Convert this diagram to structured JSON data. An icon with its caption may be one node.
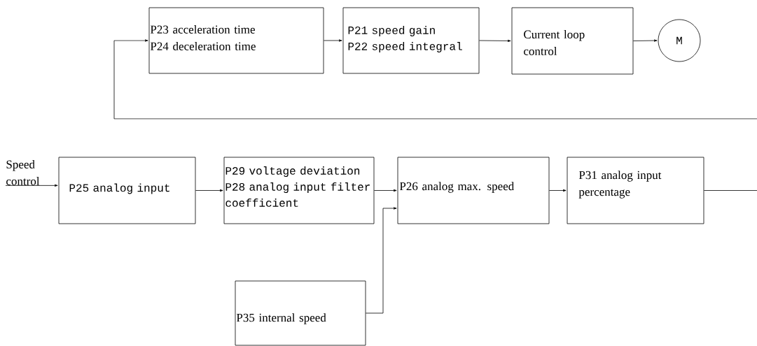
{
  "diagram": {
    "nodes": [
      {
        "text": [
          "P23 acceleration time",
          "P24 deceleration time"
        ]
      },
      {
        "text": [
          "P21 speed gain",
          "P22 speed integral"
        ]
      },
      {
        "text": [
          "Current loop control"
        ]
      },
      {
        "text": [
          "M"
        ]
      },
      {
        "text": [
          "Speed control"
        ]
      },
      {
        "text": [
          "P25 analog input"
        ]
      },
      {
        "text": [
          "P29 voltage deviation",
          "P28 analog input filter coefficient"
        ]
      },
      {
        "text": [
          "P26 analog max. speed"
        ]
      },
      {
        "text": [
          "P31 analog input percentage"
        ]
      },
      {
        "text": [
          "P35 internal speed"
        ]
      }
    ],
    "edges": [
      {
        "from": 0,
        "to": 1,
        "arrow": "to"
      },
      {
        "from": 1,
        "to": 2,
        "arrow": "to"
      },
      {
        "from": 2,
        "to": 3,
        "arrow": "to"
      },
      {
        "from": 4,
        "to": 5,
        "arrow": "to"
      },
      {
        "from": 5,
        "to": 6,
        "arrow": "to"
      },
      {
        "from": 6,
        "to": 7,
        "arrow": "to"
      },
      {
        "from": 7,
        "to": 8,
        "arrow": "to"
      },
      {
        "from": 9,
        "to": 7,
        "arrow": "to"
      },
      {
        "from": 8,
        "to": null,
        "arrow": "none"
      },
      {
        "from": null,
        "to": 0,
        "arrow": "to"
      }
    ]
  }
}
